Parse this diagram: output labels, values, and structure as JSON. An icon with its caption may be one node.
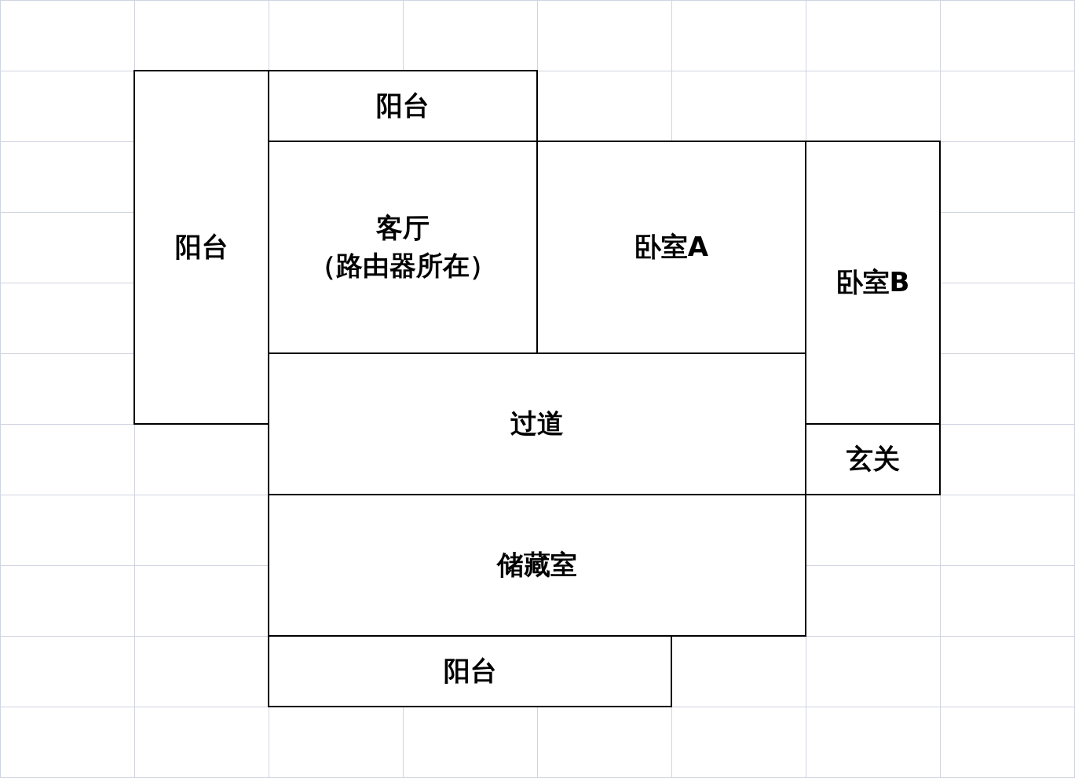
{
  "diagram": {
    "nodes": [
      {
        "text": [
          "阳台"
        ]
      },
      {
        "text": [
          "阳台"
        ]
      },
      {
        "text": [
          "客厅",
          "（路由器所在）"
        ]
      },
      {
        "text": [
          "卧室A"
        ]
      },
      {
        "text": [
          "卧室B"
        ]
      },
      {
        "text": [
          "过道"
        ]
      },
      {
        "text": [
          "玄关"
        ]
      },
      {
        "text": [
          "储藏室"
        ]
      },
      {
        "text": [
          "阳台"
        ]
      }
    ]
  }
}
